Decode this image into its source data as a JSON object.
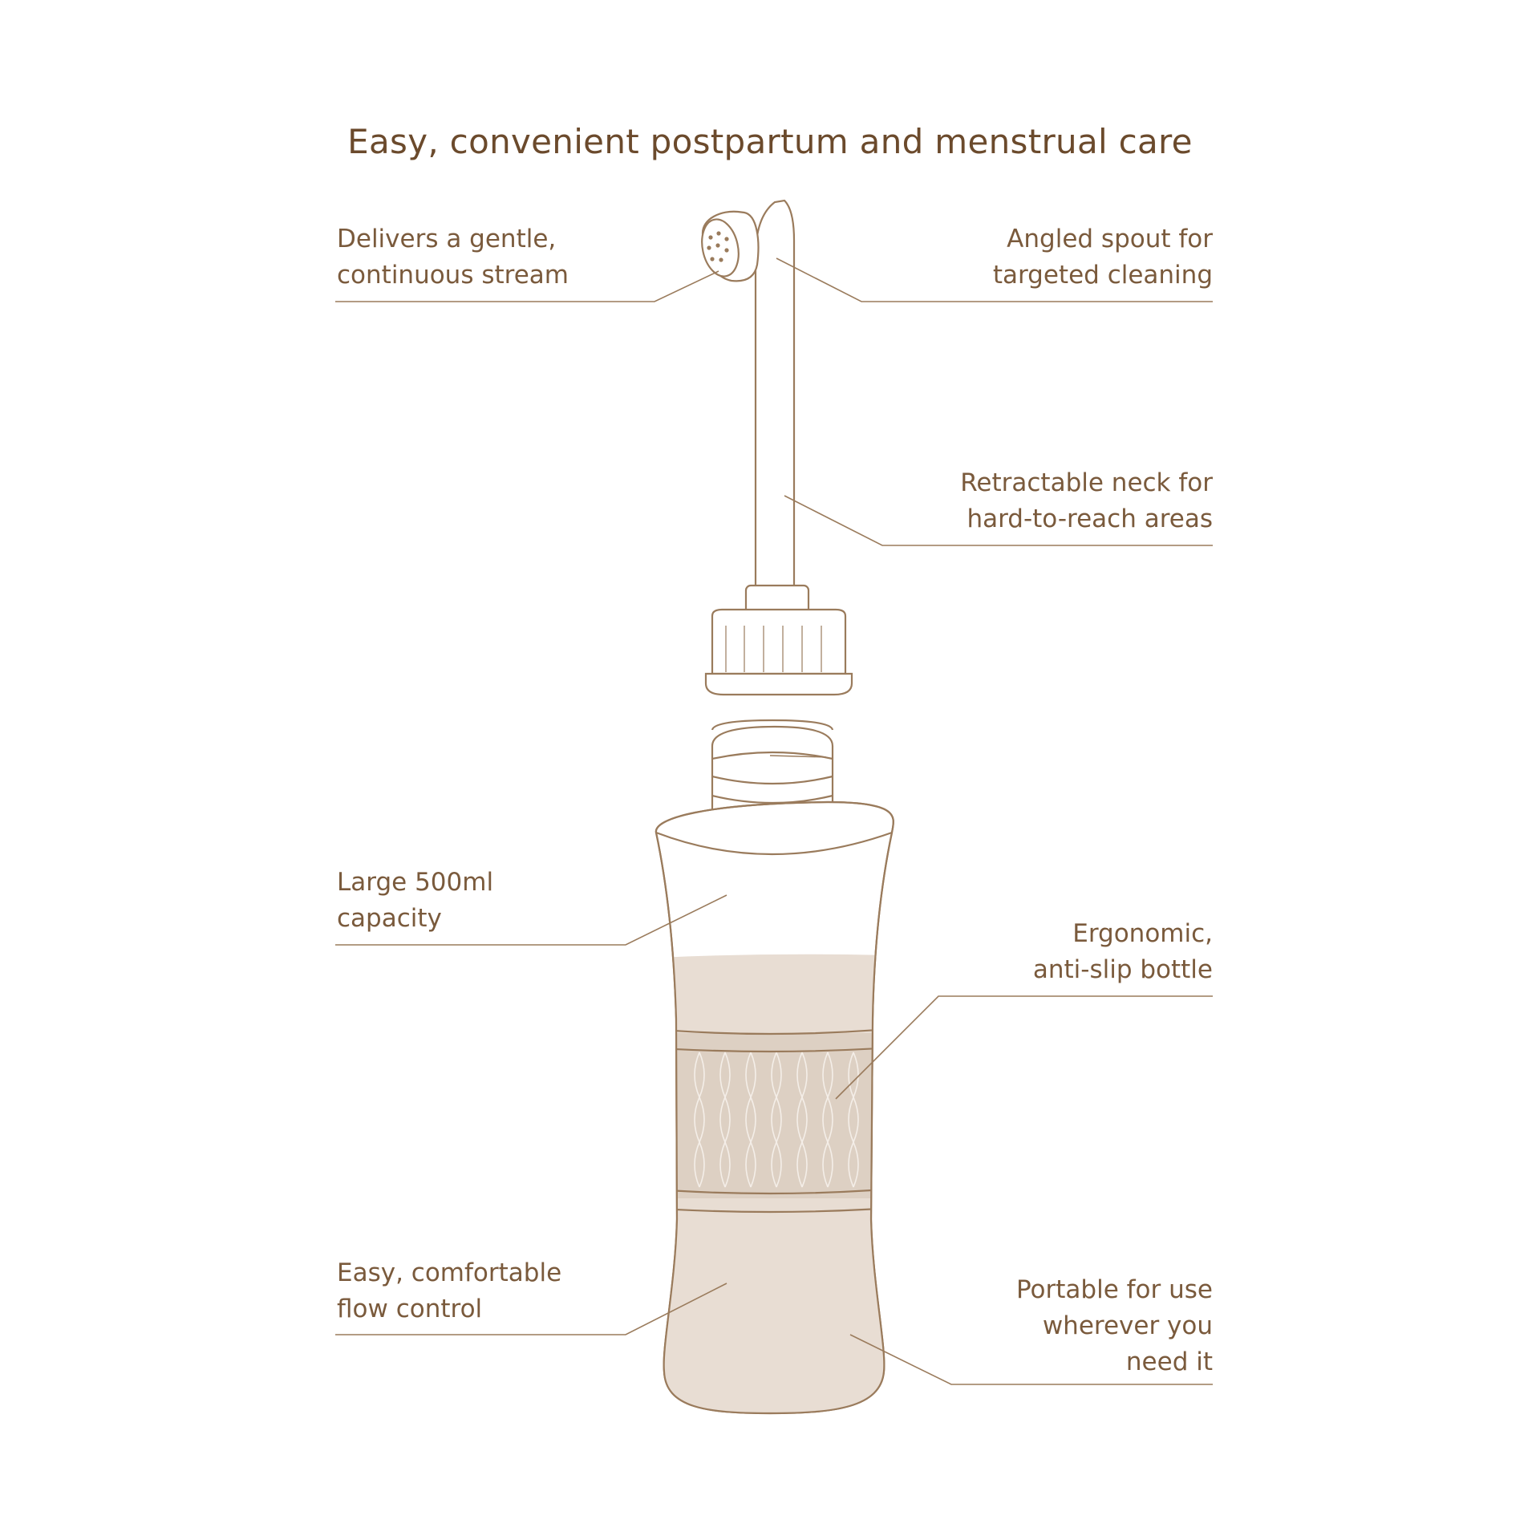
{
  "title": "Easy, convenient postpartum and menstrual care",
  "colors": {
    "title": "#6b4a2c",
    "text": "#7a5a3c",
    "line": "#9a7b5c",
    "liquid": "#e8ddd3",
    "band": "#dfd2c6",
    "background": "#ffffff"
  },
  "callouts": {
    "stream": {
      "line1": "Delivers a gentle,",
      "line2": "continuous stream"
    },
    "spout": {
      "line1": "Angled spout for",
      "line2": "targeted cleaning"
    },
    "neck": {
      "line1": "Retractable neck for",
      "line2": "hard-to-reach areas"
    },
    "capacity": {
      "line1": "Large 500ml",
      "line2": "capacity"
    },
    "grip": {
      "line1": "Ergonomic,",
      "line2": "anti-slip bottle"
    },
    "flow": {
      "line1": "Easy, comfortable",
      "line2": "flow control"
    },
    "portable": {
      "line1": "Portable for use",
      "line2": "wherever you",
      "line3": "need it"
    }
  }
}
